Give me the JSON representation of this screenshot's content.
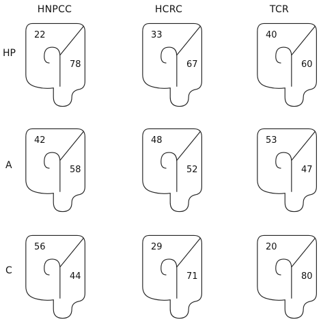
{
  "columns": [
    {
      "label": "HNPCC"
    },
    {
      "label": "HCRC"
    },
    {
      "label": "TCR"
    }
  ],
  "rows": [
    {
      "label": "HP",
      "cells": [
        {
          "proximal": "22",
          "distal": "78"
        },
        {
          "proximal": "33",
          "distal": "67"
        },
        {
          "proximal": "40",
          "distal": "60"
        }
      ]
    },
    {
      "label": "A",
      "cells": [
        {
          "proximal": "42",
          "distal": "58"
        },
        {
          "proximal": "48",
          "distal": "52"
        },
        {
          "proximal": "53",
          "distal": "47"
        }
      ]
    },
    {
      "label": "C",
      "cells": [
        {
          "proximal": "56",
          "distal": "44"
        },
        {
          "proximal": "29",
          "distal": "71"
        },
        {
          "proximal": "20",
          "distal": "80"
        }
      ]
    }
  ]
}
